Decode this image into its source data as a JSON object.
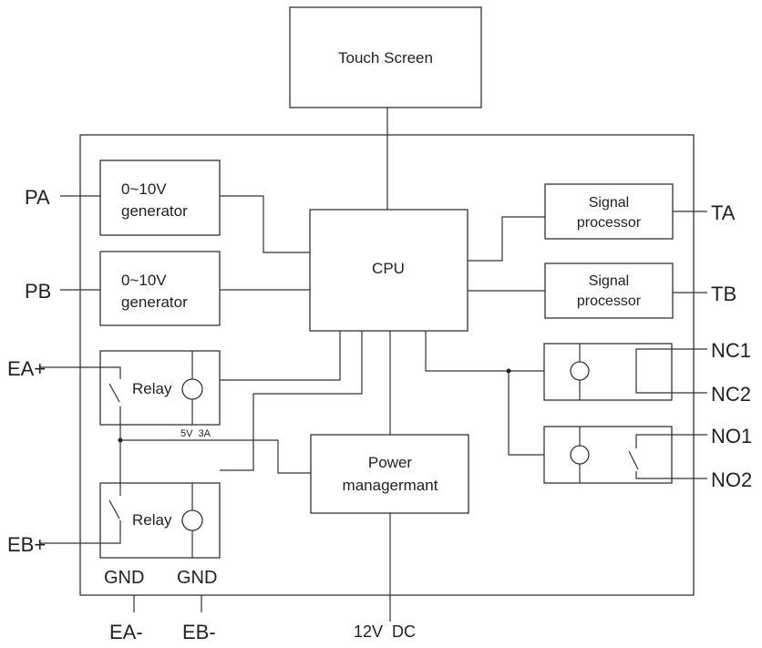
{
  "blocks": {
    "touch_screen": "Touch Screen",
    "cpu": "CPU",
    "generator_a": [
      "0~10V",
      "generator"
    ],
    "generator_b": [
      "0~10V",
      "generator"
    ],
    "signal_processor_a": [
      "Signal",
      "processor"
    ],
    "signal_processor_b": [
      "Signal",
      "processor"
    ],
    "relay_a": "Relay",
    "relay_b": "Relay",
    "power": [
      "Power",
      "managermant"
    ]
  },
  "terminals": {
    "pa": "PA",
    "pb": "PB",
    "ea_plus": "EA+",
    "eb_plus": "EB+",
    "ta": "TA",
    "tb": "TB",
    "nc1": "NC1",
    "nc2": "NC2",
    "no1": "NO1",
    "no2": "NO2",
    "gnd_a": "GND",
    "gnd_b": "GND",
    "ea_minus": "EA-",
    "eb_minus": "EB-",
    "power_in": "12V  DC"
  },
  "annotations": {
    "relay_rating": "5V  3A"
  }
}
